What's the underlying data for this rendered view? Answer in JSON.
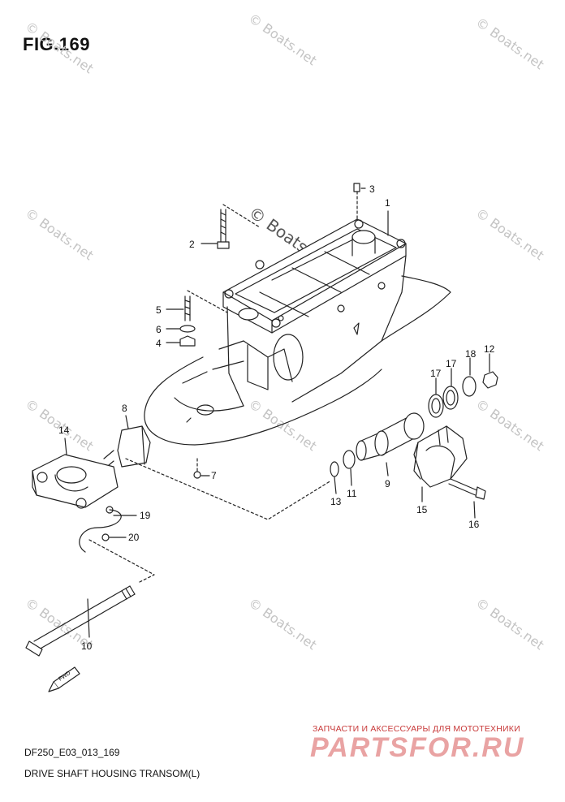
{
  "figure": {
    "title": "FIG.169",
    "code": "DF250_E03_013_169",
    "name": "DRIVE SHAFT HOUSING TRANSOM(L)"
  },
  "watermark": {
    "text": "© Boats.net",
    "color": "#c4c4c4"
  },
  "callouts": [
    {
      "id": "c1",
      "label": "1"
    },
    {
      "id": "c2",
      "label": "2"
    },
    {
      "id": "c3",
      "label": "3"
    },
    {
      "id": "c4",
      "label": "4"
    },
    {
      "id": "c5",
      "label": "5"
    },
    {
      "id": "c6",
      "label": "6"
    },
    {
      "id": "c7",
      "label": "7"
    },
    {
      "id": "c8",
      "label": "8"
    },
    {
      "id": "c9",
      "label": "9"
    },
    {
      "id": "c10",
      "label": "10"
    },
    {
      "id": "c11",
      "label": "11"
    },
    {
      "id": "c12",
      "label": "12"
    },
    {
      "id": "c13",
      "label": "13"
    },
    {
      "id": "c14",
      "label": "14"
    },
    {
      "id": "c15",
      "label": "15"
    },
    {
      "id": "c16",
      "label": "16"
    },
    {
      "id": "c17a",
      "label": "17"
    },
    {
      "id": "c17b",
      "label": "17"
    },
    {
      "id": "c18",
      "label": "18"
    },
    {
      "id": "c19",
      "label": "19"
    },
    {
      "id": "c20",
      "label": "20"
    }
  ],
  "fwd_label": "FWD",
  "ad": {
    "tagline": "ЗАПЧАСТИ И АКСЕССУАРЫ ДЛЯ МОТОТЕХНИКИ",
    "logo": "PARTSFOR.RU",
    "color": "#c83a3a"
  }
}
